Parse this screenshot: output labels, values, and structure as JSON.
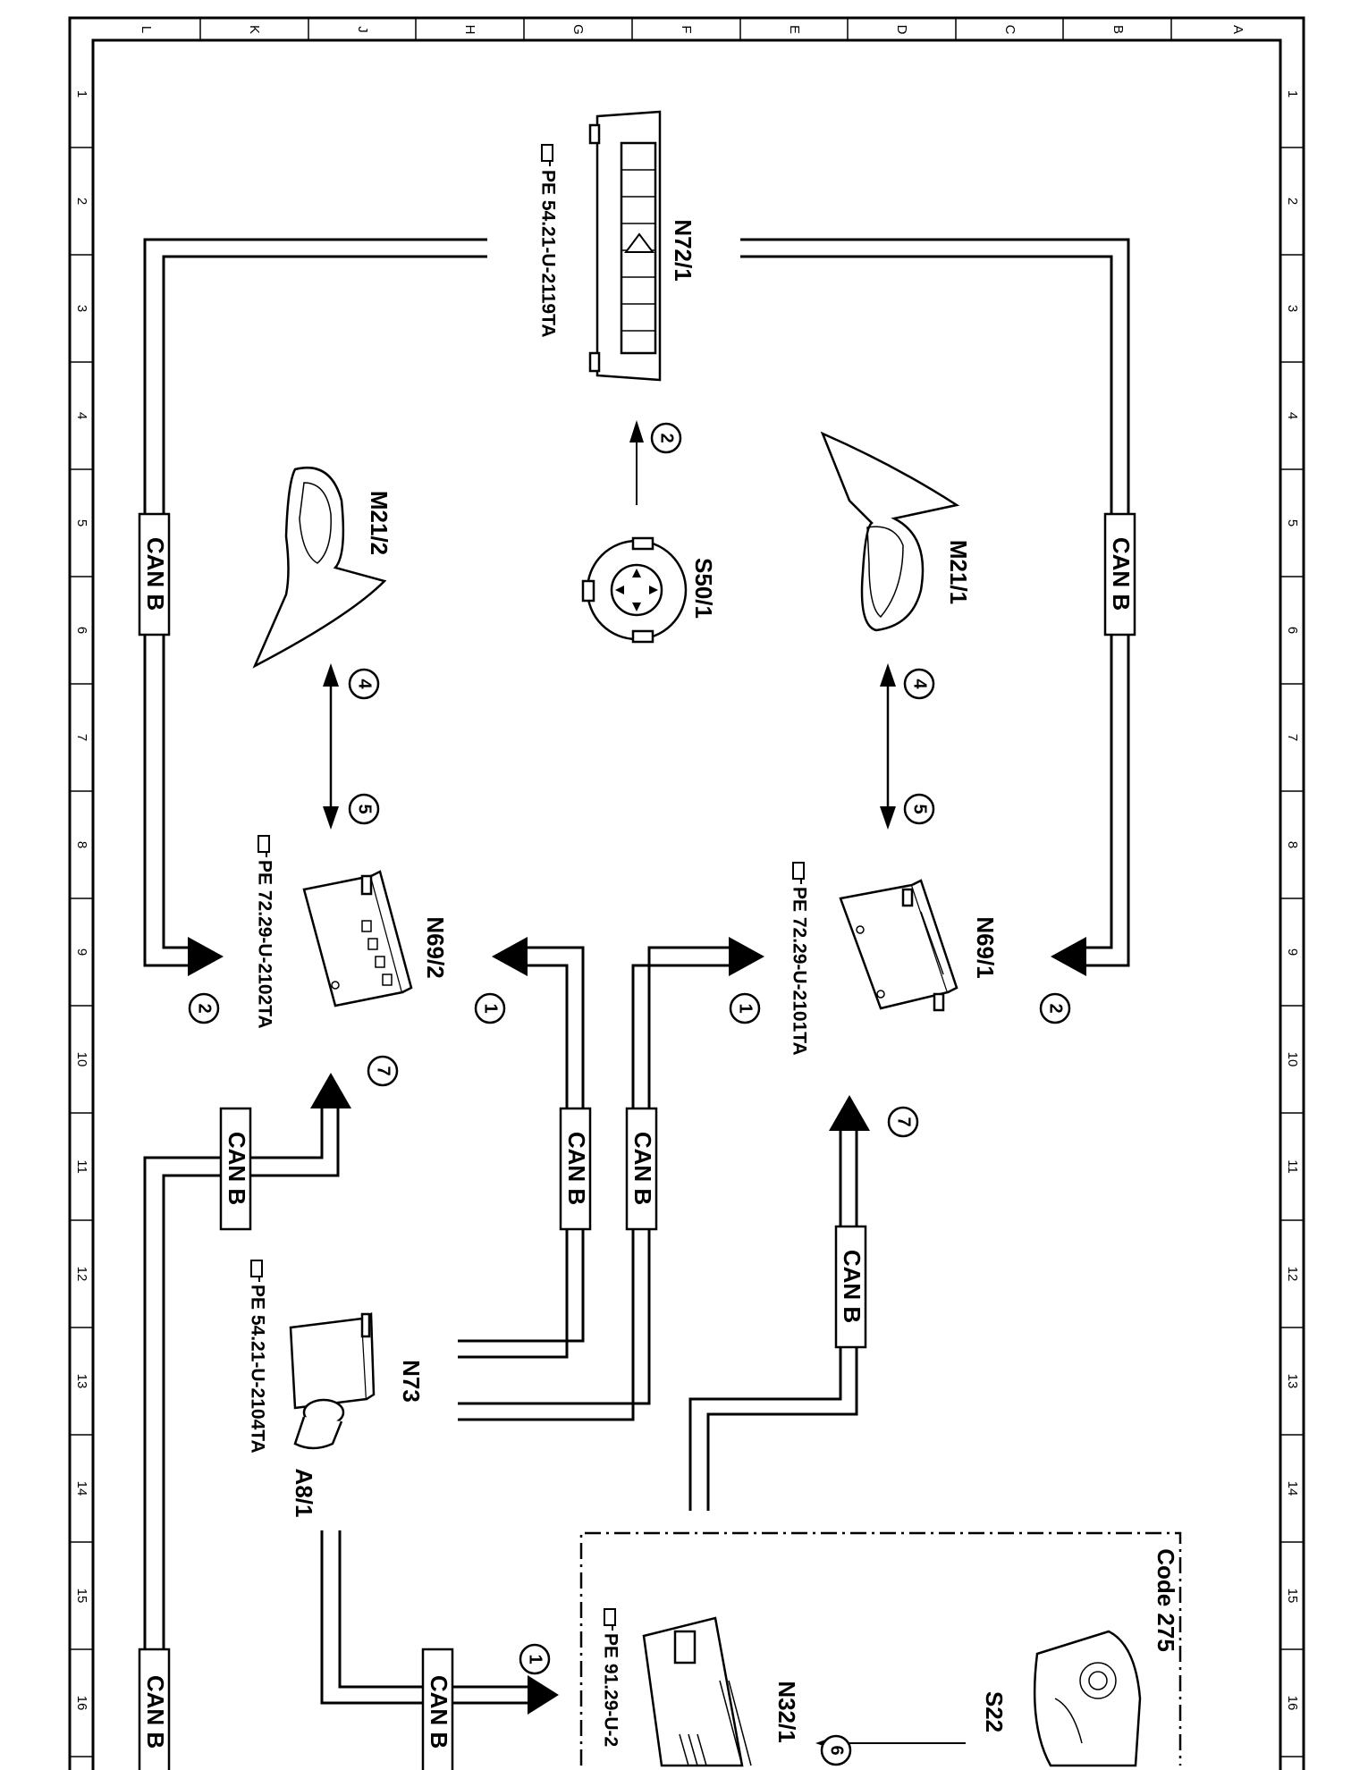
{
  "grid": {
    "columns": [
      "L",
      "K",
      "J",
      "H",
      "G",
      "F",
      "E",
      "D",
      "C",
      "B",
      "A"
    ],
    "rows": [
      "1",
      "2",
      "3",
      "4",
      "5",
      "6",
      "7",
      "8",
      "9",
      "10",
      "11",
      "12",
      "13",
      "14",
      "15",
      "16"
    ]
  },
  "components": {
    "n72_1": "N72/1",
    "m21_1": "M21/1",
    "m21_2": "M21/2",
    "s50_1": "S50/1",
    "n69_1": "N69/1",
    "n69_2": "N69/2",
    "n73": "N73",
    "a8_1": "A8/1",
    "n32_1": "N32/1",
    "s22": "S22"
  },
  "references": {
    "n72_1": "PE 54.21-U-2119TA",
    "n69_1": "PE 72.29-U-2101TA",
    "n69_2": "PE 72.29-U-2102TA",
    "a8_1": "PE 54.21-U-2104TA",
    "n32_1": "PE 91.29-U-2"
  },
  "bus_label": "CAN B",
  "code_box": "Code 275",
  "callouts": {
    "c1": "1",
    "c2": "2",
    "c4": "4",
    "c5": "5",
    "c6": "6",
    "c7": "7"
  },
  "icons": [
    "pointing-hand-icon",
    "warning-triangle-icon",
    "arrow-icon"
  ]
}
